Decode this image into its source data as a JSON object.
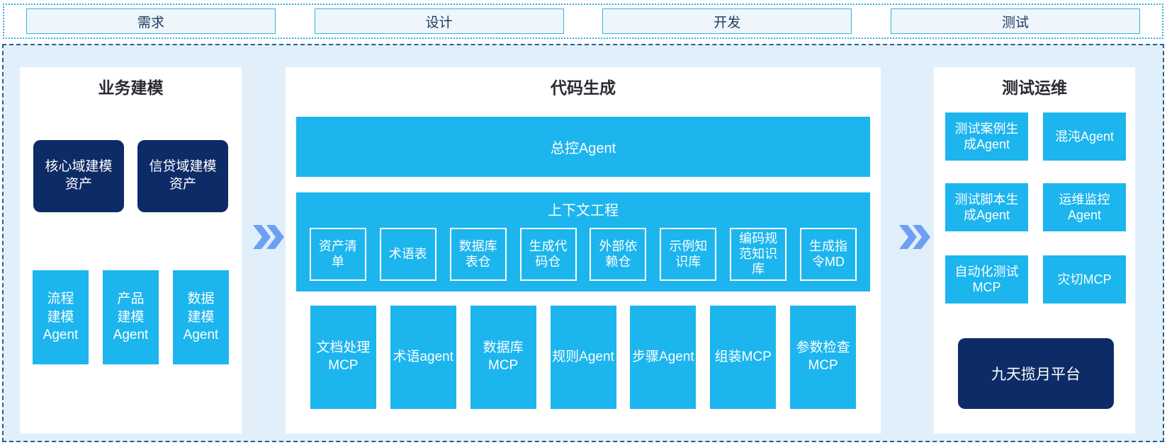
{
  "phases": {
    "items": [
      {
        "label": "需求"
      },
      {
        "label": "设计"
      },
      {
        "label": "开发"
      },
      {
        "label": "测试"
      }
    ]
  },
  "left_panel": {
    "title": "业务建模",
    "asset_boxes": [
      {
        "label": "核心域建模\n资产"
      },
      {
        "label": "信贷域建模\n资产"
      }
    ],
    "agent_boxes": [
      {
        "label": "流程\n建模\nAgent"
      },
      {
        "label": "产品\n建模\nAgent"
      },
      {
        "label": "数据\n建模\nAgent"
      }
    ]
  },
  "middle_panel": {
    "title": "代码生成",
    "master_agent": "总控Agent",
    "context_section": {
      "title": "上下文工程",
      "items": [
        {
          "label": "资产清\n单"
        },
        {
          "label": "术语表"
        },
        {
          "label": "数据库\n表仓"
        },
        {
          "label": "生成代\n码仓"
        },
        {
          "label": "外部依\n赖仓"
        },
        {
          "label": "示例知\n识库"
        },
        {
          "label": "编码规\n范知识\n库"
        },
        {
          "label": "生成指\n令MD"
        }
      ]
    },
    "bottom_row": [
      {
        "label": "文档处理\nMCP"
      },
      {
        "label": "术语agent"
      },
      {
        "label": "数据库\nMCP"
      },
      {
        "label": "规则Agent"
      },
      {
        "label": "步骤Agent"
      },
      {
        "label": "组装MCP"
      },
      {
        "label": "参数检查\nMCP"
      }
    ]
  },
  "right_panel": {
    "title": "测试运维",
    "grid": [
      {
        "label": "测试案例生\n成Agent"
      },
      {
        "label": "混沌Agent"
      },
      {
        "label": "测试脚本生\n成Agent"
      },
      {
        "label": "运维监控\nAgent"
      },
      {
        "label": "自动化测试\nMCP"
      },
      {
        "label": "灾切MCP"
      }
    ],
    "platform": "九天揽月平台"
  },
  "colors": {
    "cyan_box": "#1cb5ee",
    "navy_box": "#0d2b66",
    "container_bg": "#e1effa",
    "dashed_border": "#27618f",
    "dotted_border": "#2fb0dd",
    "phase_border": "#41aede",
    "arrow_blue": "#6f9ff2"
  }
}
